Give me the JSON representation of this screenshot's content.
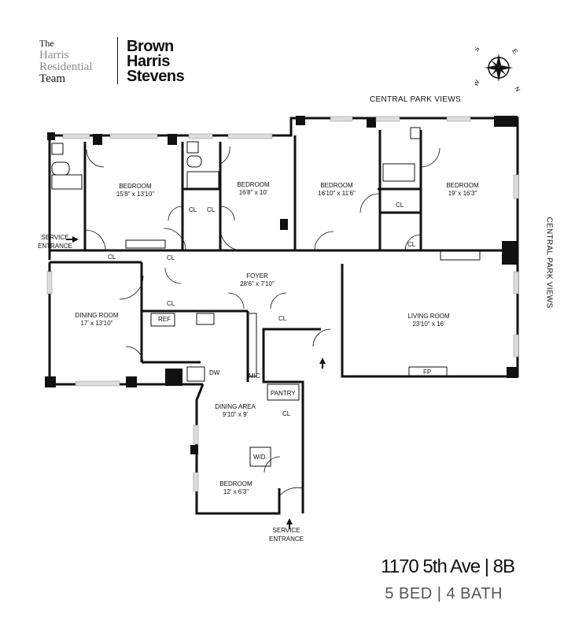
{
  "logos": {
    "harris_line1": "The",
    "harris_line2": "Harris",
    "harris_line3": "Residential",
    "harris_line4": "Team",
    "bhs_line1": "Brown",
    "bhs_line2": "Harris",
    "bhs_line3": "Stevens"
  },
  "compass": {
    "letters": [
      "S",
      "E",
      "W",
      "N"
    ],
    "icon": "compass-rose-icon"
  },
  "views": {
    "top": "CENTRAL PARK VIEWS",
    "side": "CENTRAL PARK VIEWS"
  },
  "entrances": {
    "service_left_1": "SERVICE",
    "service_left_2": "ENTRANCE",
    "service_bottom_1": "SERVICE",
    "service_bottom_2": "ENTRANCE"
  },
  "rooms": {
    "bedroom1": {
      "name": "BEDROOM",
      "size": "15'8\" x 13'10\""
    },
    "bedroom2": {
      "name": "BEDROOM",
      "size": "16'8\" x 10'"
    },
    "bedroom3": {
      "name": "BEDROOM",
      "size": "16'10\" x 11'6\""
    },
    "bedroom4": {
      "name": "BEDROOM",
      "size": "19' x 16'3\""
    },
    "foyer": {
      "name": "FOYER",
      "size": "28'6\" x 7'10\""
    },
    "dining_room": {
      "name": "DINING ROOM",
      "size": "17' x 13'10\""
    },
    "living_room": {
      "name": "LIVING ROOM",
      "size": "23'10\" x 16'"
    },
    "dining_area": {
      "name": "DINING AREA",
      "size": "9'10\" x 9'"
    },
    "bedroom5": {
      "name": "BEDROOM",
      "size": "12' x 6'3\""
    }
  },
  "labels": {
    "cl": "CL",
    "ref": "REF",
    "dw": "DW",
    "mic": "MIC",
    "pantry": "PANTRY",
    "wd": "W/D",
    "fp": "FP"
  },
  "listing": {
    "address": "1170 5th Ave | 8B",
    "summary": "5 BED | 4 BATH"
  }
}
